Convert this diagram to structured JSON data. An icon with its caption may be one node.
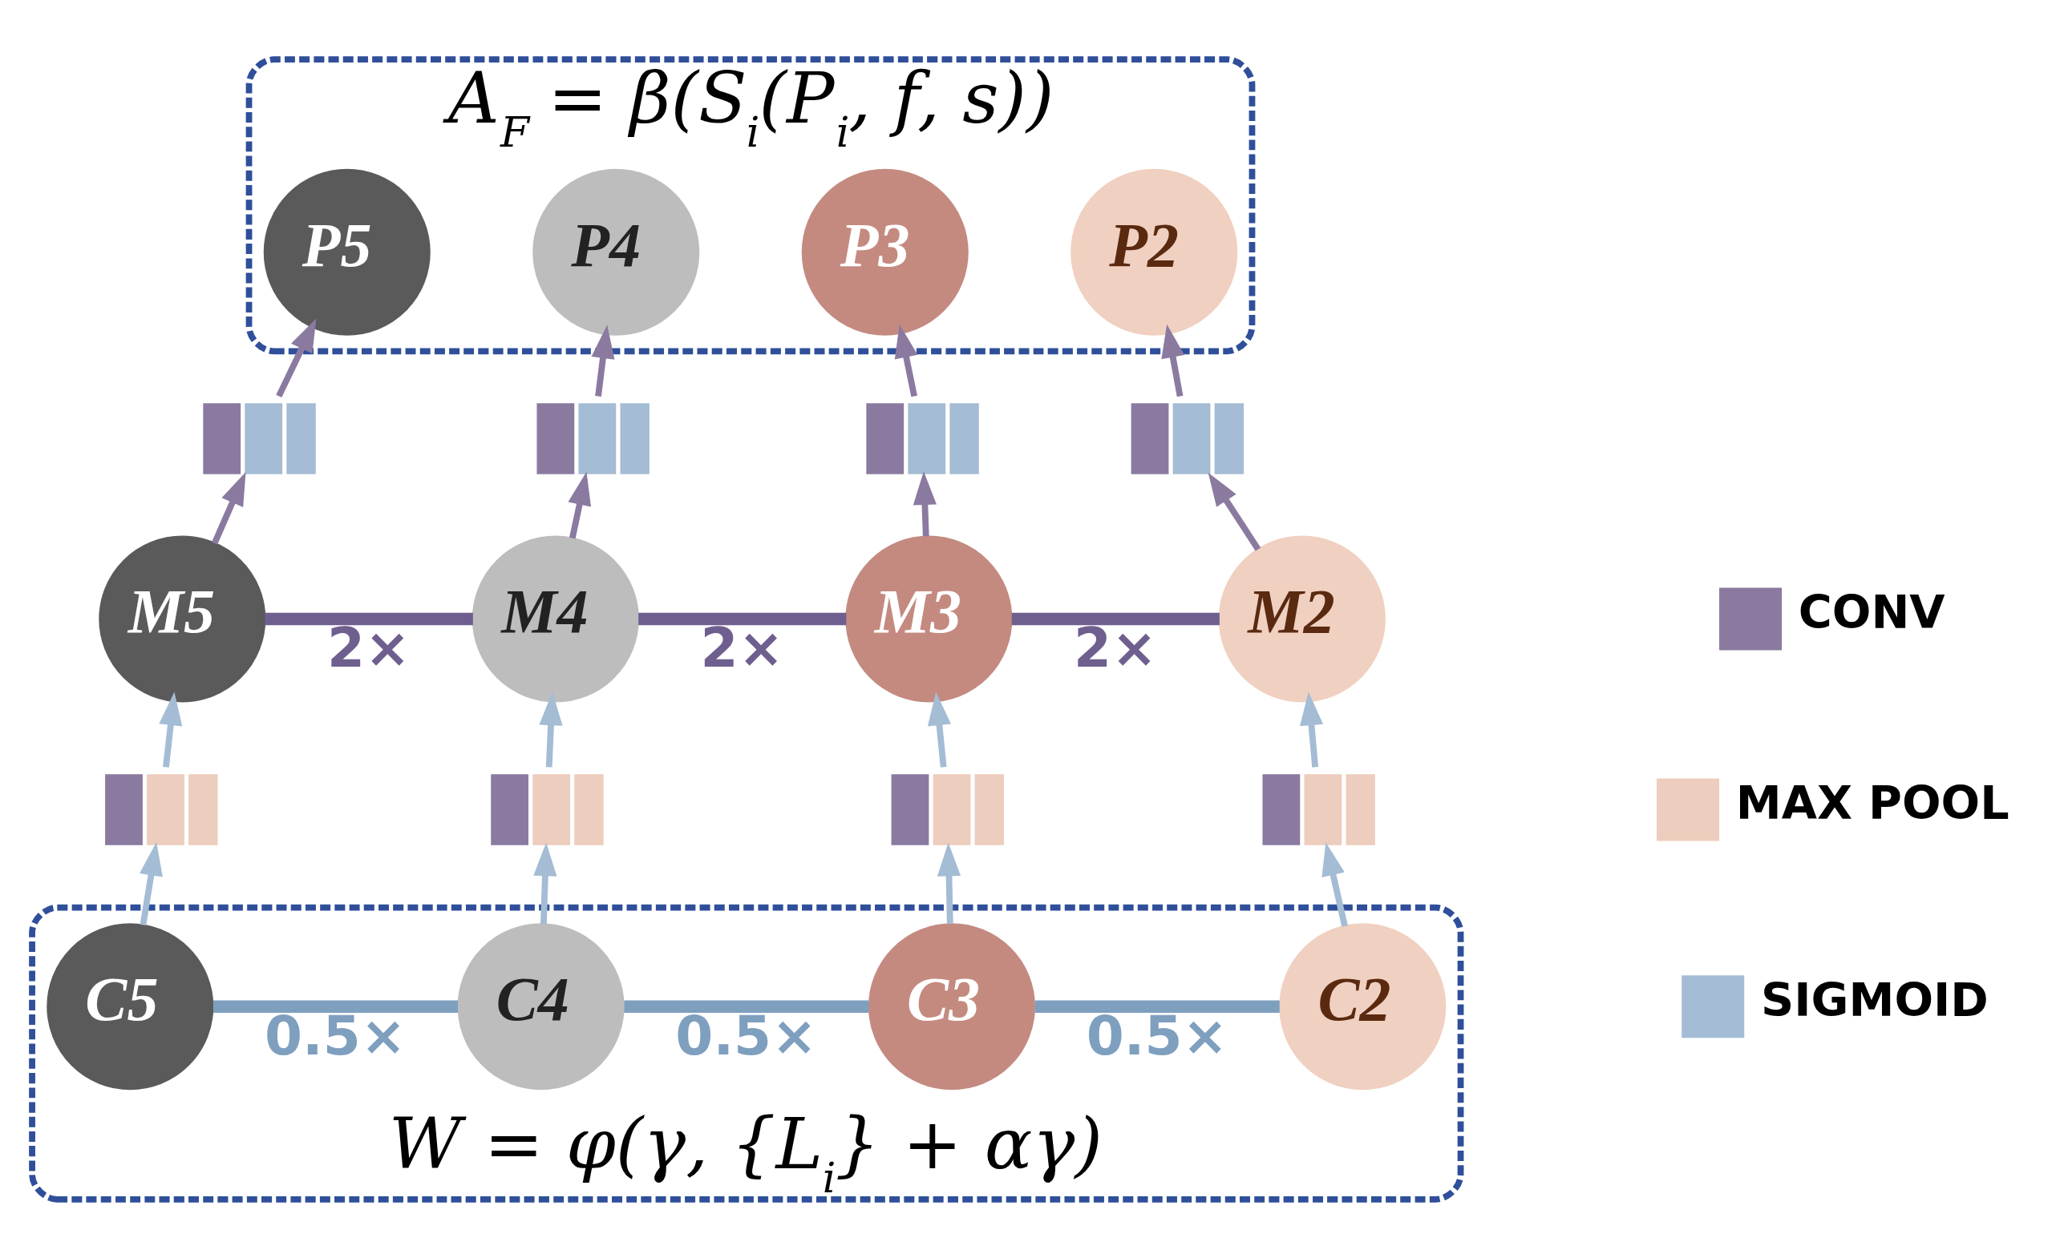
{
  "diagram": {
    "nodes": [
      {
        "text": [
          "A$_{F}$ = β(S$_{i}$(P$_{i}$, f, s))"
        ]
      },
      {
        "text": [
          "P5"
        ],
        "in": 0
      },
      {
        "text": [
          "P4"
        ],
        "in": 0
      },
      {
        "text": [
          "P3"
        ],
        "in": 0
      },
      {
        "text": [
          "P2"
        ],
        "in": 0
      },
      {
        "text": [],
        "shape": "box"
      },
      {
        "text": [],
        "shape": "box"
      },
      {
        "text": [],
        "shape": "box"
      },
      {
        "text": [],
        "shape": "box"
      },
      {
        "text": [
          "M5"
        ]
      },
      {
        "text": [
          "M4"
        ]
      },
      {
        "text": [
          "M3"
        ]
      },
      {
        "text": [
          "M2"
        ]
      },
      {
        "text": [],
        "shape": "box"
      },
      {
        "text": [],
        "shape": "box"
      },
      {
        "text": [],
        "shape": "box"
      },
      {
        "text": [],
        "shape": "box"
      },
      {
        "text": [
          "W = φ(γ, {L$_{i}$} + αγ)"
        ]
      },
      {
        "text": [
          "C5"
        ],
        "in": 17
      },
      {
        "text": [
          "C4"
        ],
        "in": 17
      },
      {
        "text": [
          "C3"
        ],
        "in": 17
      },
      {
        "text": [
          "C2"
        ],
        "in": 17
      }
    ],
    "edges": [
      {
        "from": 18,
        "to": 13,
        "arrow": "to",
        "color": "#a4bcd4"
      },
      {
        "from": 19,
        "to": 14,
        "arrow": "to",
        "color": "#a4bcd4"
      },
      {
        "from": 20,
        "to": 15,
        "arrow": "to",
        "color": "#a4bcd4"
      },
      {
        "from": 21,
        "to": 16,
        "arrow": "to",
        "color": "#a4bcd4"
      },
      {
        "from": 13,
        "to": 9,
        "arrow": "to",
        "color": "#a4bcd4"
      },
      {
        "from": 14,
        "to": 10,
        "arrow": "to",
        "color": "#a4bcd4"
      },
      {
        "from": 15,
        "to": 11,
        "arrow": "to",
        "color": "#a4bcd4"
      },
      {
        "from": 16,
        "to": 12,
        "arrow": "to",
        "color": "#a4bcd4"
      },
      {
        "from": 9,
        "to": 5,
        "arrow": "to",
        "color": "#8b7aa0"
      },
      {
        "from": 10,
        "to": 6,
        "arrow": "to",
        "color": "#8b7aa0"
      },
      {
        "from": 11,
        "to": 7,
        "arrow": "to",
        "color": "#8b7aa0"
      },
      {
        "from": 12,
        "to": 8,
        "arrow": "to",
        "color": "#8b7aa0"
      },
      {
        "from": 5,
        "to": 1,
        "arrow": "to",
        "color": "#8b7aa0"
      },
      {
        "from": 6,
        "to": 2,
        "arrow": "to",
        "color": "#8b7aa0"
      },
      {
        "from": 7,
        "to": 3,
        "arrow": "to",
        "color": "#8b7aa0"
      },
      {
        "from": 8,
        "to": 4,
        "arrow": "to",
        "color": "#8b7aa0"
      },
      {
        "from": 9,
        "to": 10,
        "arrow": "none",
        "label": "2×",
        "style": "thick",
        "color": "#6f5f8f"
      },
      {
        "from": 10,
        "to": 11,
        "arrow": "none",
        "label": "2×",
        "style": "thick",
        "color": "#6f5f8f"
      },
      {
        "from": 11,
        "to": 12,
        "arrow": "none",
        "label": "2×",
        "style": "thick",
        "color": "#6f5f8f"
      },
      {
        "from": 18,
        "to": 19,
        "arrow": "none",
        "label": "0.5×",
        "style": "thick",
        "color": "#7f9fbf"
      },
      {
        "from": 19,
        "to": 20,
        "arrow": "none",
        "label": "0.5×",
        "style": "thick",
        "color": "#7f9fbf"
      },
      {
        "from": 20,
        "to": 21,
        "arrow": "none",
        "label": "0.5×",
        "style": "thick",
        "color": "#7f9fbf"
      }
    ],
    "legend": [
      {
        "text": "CONV",
        "color": "#8b7aa0"
      },
      {
        "text": "MAX POOL",
        "color": "#edcdbd"
      },
      {
        "text": "SIGMOID",
        "color": "#a4bcd4"
      }
    ]
  }
}
